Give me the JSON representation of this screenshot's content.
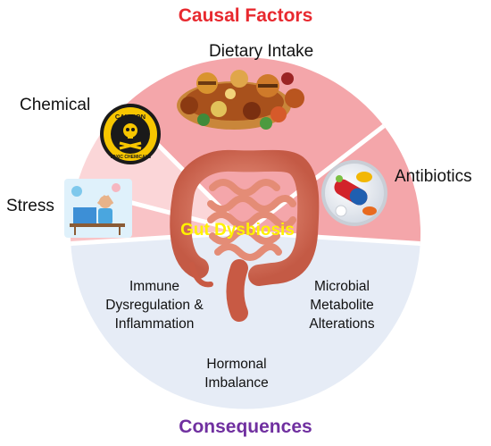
{
  "title_top": "Causal Factors",
  "title_bottom": "Consequences",
  "center_label": "Gut Dysbiosis",
  "caution_sign": {
    "top_text": "CAUTION",
    "bottom_text": "TOXIC CHEMICALS"
  },
  "causes": [
    {
      "label": "Dietary Intake",
      "image": "food-platter"
    },
    {
      "label": "Chemical",
      "image": "toxic-chemical-sign"
    },
    {
      "label": "Stress",
      "image": "stressed-worker"
    },
    {
      "label": "Antibiotics",
      "image": "pills-capsules"
    }
  ],
  "consequences": [
    {
      "label": "Immune\nDysregulation &\nInflammation"
    },
    {
      "label": "Microbial\nMetabolite\nAlterations"
    },
    {
      "label": "Hormonal\nImbalance"
    }
  ],
  "colors": {
    "title_top": "#e8292f",
    "title_bottom": "#7030a0",
    "sector_diet": "#f4a6aa",
    "sector_chemical": "#fbd6d8",
    "sector_stress": "#f9c3c6",
    "sector_antibiotics": "#f4a6aa",
    "sector_consequences": "#e6ecf6",
    "center_label": "#fff200",
    "intestine": "#d9715b"
  }
}
